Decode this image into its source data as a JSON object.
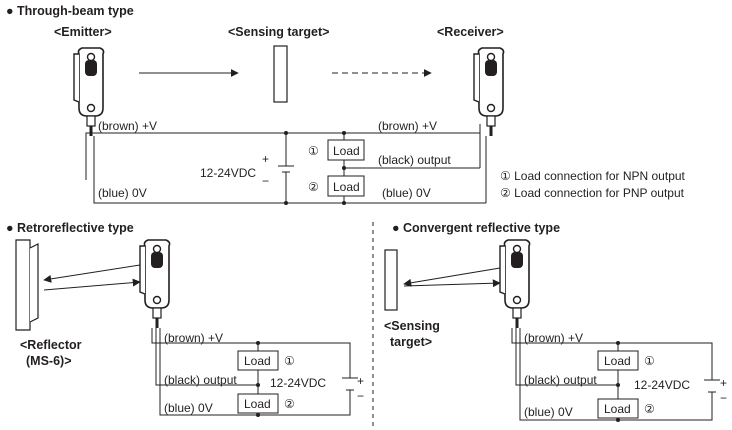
{
  "through_beam": {
    "title": "● Through-beam type",
    "emitter_label": "<Emitter>",
    "target_label": "<Sensing target>",
    "receiver_label": "<Receiver>",
    "wire_brown_emitter": "(brown) +V",
    "wire_blue_emitter": "(blue) 0V",
    "supply": "12-24VDC",
    "load_1": "Load",
    "load_2": "Load",
    "circle_1": "①",
    "circle_2": "②",
    "wire_brown_receiver": "(brown) +V",
    "wire_black_receiver": "(black) output",
    "wire_blue_receiver": "(blue) 0V",
    "note_npn": "① Load connection for NPN output",
    "note_pnp": "② Load connection for PNP output",
    "plus": "+",
    "minus": "−"
  },
  "retroreflective": {
    "title": "● Retroreflective type",
    "reflector_line1": "<Reflector",
    "reflector_line2": "(MS-6)>",
    "wire_brown": "(brown) +V",
    "wire_black": "(black) output",
    "wire_blue": "(blue) 0V",
    "load_1": "Load",
    "load_2": "Load",
    "circle_1": "①",
    "circle_2": "②",
    "supply": "12-24VDC",
    "plus": "+",
    "minus": "−"
  },
  "convergent": {
    "title": "● Convergent reflective type",
    "target_line1": "<Sensing",
    "target_line2": "target>",
    "wire_brown": "(brown) +V",
    "wire_black": "(black) output",
    "wire_blue": "(blue) 0V",
    "load_1": "Load",
    "load_2": "Load",
    "circle_1": "①",
    "circle_2": "②",
    "supply": "12-24VDC",
    "plus": "+",
    "minus": "−"
  }
}
